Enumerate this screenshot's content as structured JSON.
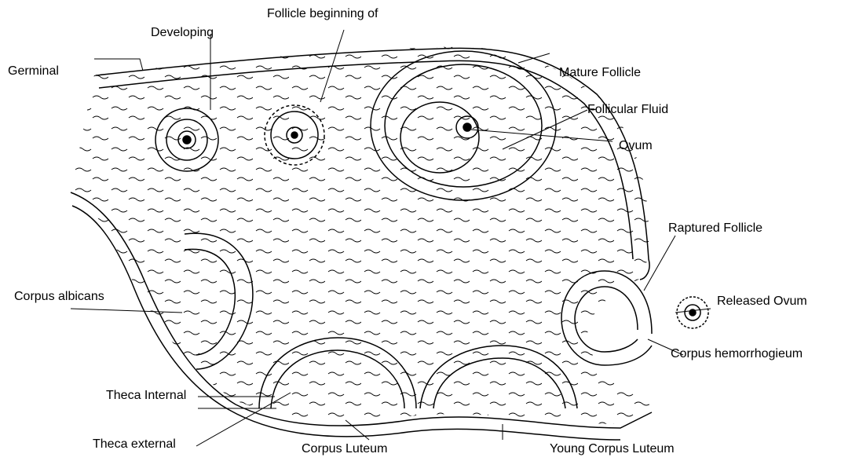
{
  "labels": {
    "follicle_beginning": "Follicle beginning of",
    "developing": "Developing",
    "germinal": "Germinal",
    "mature_follicle": "Mature Follicle",
    "follicular_fluid": "Follicular Fluid",
    "ovum": "Ovum",
    "raptured_follicle": "Raptured Follicle",
    "corpus_albicans": "Corpus albicans",
    "released_ovum": "Released Ovum",
    "corpus_hemorrhogieum": "Corpus hemorrhogieum",
    "theca_internal": "Theca Internal",
    "theca_external": "Theca external",
    "corpus_luteum": "Corpus Luteum",
    "young_corpus_luteum": "Young Corpus Luteum"
  },
  "colors": {
    "ink": "#000000",
    "paper": "#ffffff"
  }
}
